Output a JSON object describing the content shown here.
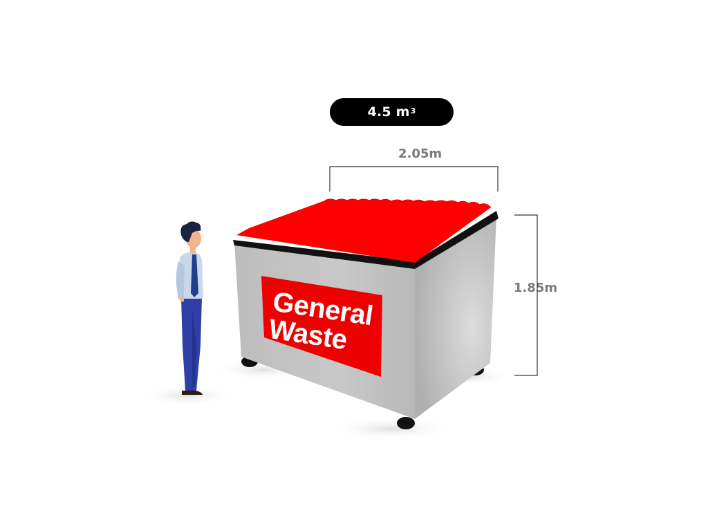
{
  "volume": {
    "value": "4.5 m",
    "superscript": "3"
  },
  "dimensions": {
    "width": "2.05m",
    "height": "1.85m"
  },
  "bin": {
    "label_line1": "General",
    "label_line2": "Waste"
  },
  "colors": {
    "lid": "#ff0000",
    "body": "#c4c4c4",
    "label_bg": "#ee0000",
    "pill": "#000000",
    "dim_text": "#7a7a7a"
  }
}
